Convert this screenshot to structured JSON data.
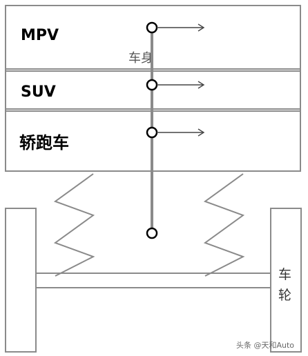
{
  "diagram": {
    "car_types": [
      {
        "label": "MPV"
      },
      {
        "label": "SUV"
      },
      {
        "label": "轿跑车"
      }
    ],
    "body_label": "车身",
    "wheel_label_line1": "车",
    "wheel_label_line2": "轮",
    "watermark": "头条 @天和Auto"
  },
  "colors": {
    "stroke": "#8a8a8a",
    "text": "#000000",
    "body_label": "#555555",
    "background": "#ffffff"
  }
}
